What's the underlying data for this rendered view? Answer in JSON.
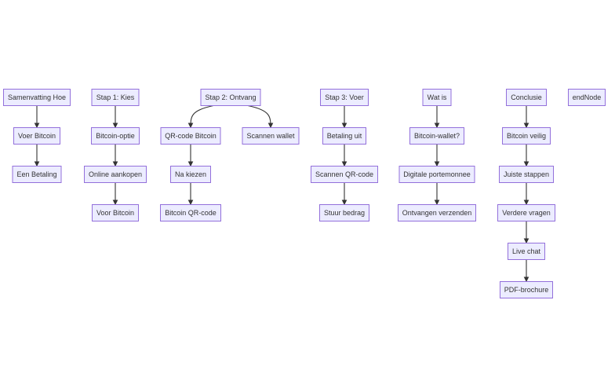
{
  "diagram": {
    "type": "flowchart-top-down",
    "colors": {
      "node_fill": "#ECECFF",
      "node_stroke": "#9370DB",
      "edge": "#333333",
      "text": "#333333"
    },
    "nodes": [
      {
        "id": "n1",
        "label": "Samenvatting Hoe"
      },
      {
        "id": "n2",
        "label": "Voer Bitcoin"
      },
      {
        "id": "n3",
        "label": "Een Betaling"
      },
      {
        "id": "n4",
        "label": "Stap 1: Kies"
      },
      {
        "id": "n5",
        "label": "Bitcoin-optie"
      },
      {
        "id": "n6",
        "label": "Online aankopen"
      },
      {
        "id": "n7",
        "label": "Voor Bitcoin"
      },
      {
        "id": "n8",
        "label": "Stap 2: Ontvang"
      },
      {
        "id": "n9",
        "label": "QR-code Bitcoin"
      },
      {
        "id": "n10",
        "label": "Na kiezen"
      },
      {
        "id": "n11",
        "label": "Bitcoin QR-code"
      },
      {
        "id": "n12",
        "label": "Scannen wallet"
      },
      {
        "id": "n13",
        "label": "Stap 3: Voer"
      },
      {
        "id": "n14",
        "label": "Betaling uit"
      },
      {
        "id": "n15",
        "label": "Scannen QR-code"
      },
      {
        "id": "n16",
        "label": "Stuur bedrag"
      },
      {
        "id": "n17",
        "label": "Wat is"
      },
      {
        "id": "n18",
        "label": "Bitcoin-wallet?"
      },
      {
        "id": "n19",
        "label": "Digitale portemonnee"
      },
      {
        "id": "n20",
        "label": "Ontvangen verzenden"
      },
      {
        "id": "n21",
        "label": "Conclusie"
      },
      {
        "id": "n22",
        "label": "Bitcoin veilig"
      },
      {
        "id": "n23",
        "label": "Juiste stappen"
      },
      {
        "id": "n24",
        "label": "Verdere vragen"
      },
      {
        "id": "n25",
        "label": "Live chat"
      },
      {
        "id": "n26",
        "label": "PDF-brochure"
      },
      {
        "id": "n27",
        "label": "endNode"
      }
    ],
    "edges": [
      {
        "from": "n1",
        "to": "n2"
      },
      {
        "from": "n2",
        "to": "n3"
      },
      {
        "from": "n4",
        "to": "n5"
      },
      {
        "from": "n5",
        "to": "n6"
      },
      {
        "from": "n6",
        "to": "n7"
      },
      {
        "from": "n8",
        "to": "n9"
      },
      {
        "from": "n8",
        "to": "n12"
      },
      {
        "from": "n9",
        "to": "n10"
      },
      {
        "from": "n10",
        "to": "n11"
      },
      {
        "from": "n13",
        "to": "n14"
      },
      {
        "from": "n14",
        "to": "n15"
      },
      {
        "from": "n15",
        "to": "n16"
      },
      {
        "from": "n17",
        "to": "n18"
      },
      {
        "from": "n18",
        "to": "n19"
      },
      {
        "from": "n19",
        "to": "n20"
      },
      {
        "from": "n21",
        "to": "n22"
      },
      {
        "from": "n22",
        "to": "n23"
      },
      {
        "from": "n23",
        "to": "n24"
      },
      {
        "from": "n24",
        "to": "n25"
      },
      {
        "from": "n25",
        "to": "n26"
      }
    ]
  }
}
